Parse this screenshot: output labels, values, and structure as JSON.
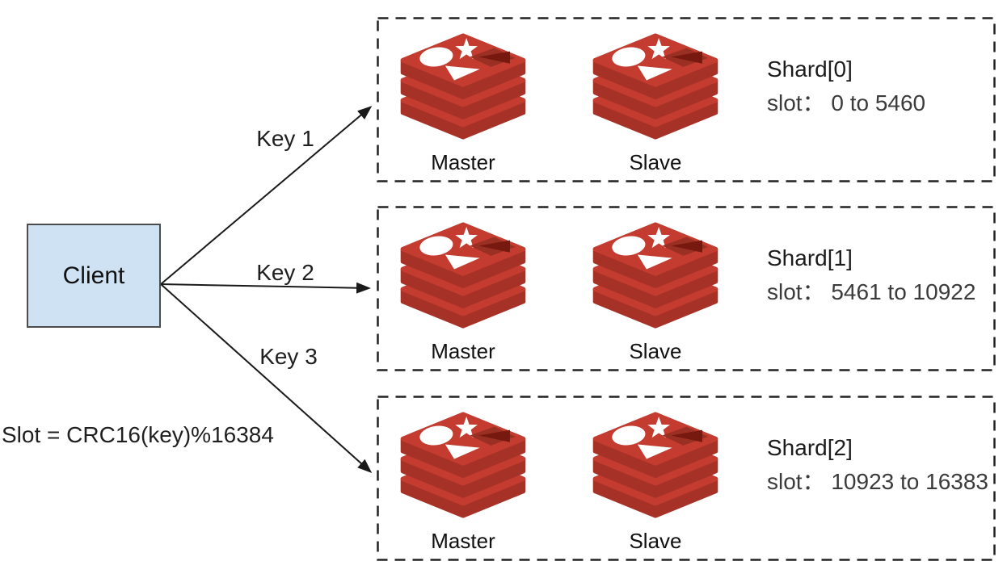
{
  "client": {
    "label": "Client"
  },
  "formula": {
    "text": "Slot = CRC16(key)%16384"
  },
  "keys": [
    {
      "label": "Key 1"
    },
    {
      "label": "Key 2"
    },
    {
      "label": "Key 3"
    }
  ],
  "shards": [
    {
      "title": "Shard[0]",
      "slot": "slot： 0 to 5460",
      "master_label": "Master",
      "slave_label": "Slave"
    },
    {
      "title": "Shard[1]",
      "slot": "slot： 5461 to 10922",
      "master_label": "Master",
      "slave_label": "Slave"
    },
    {
      "title": "Shard[2]",
      "slot": "slot： 10923 to 16383",
      "master_label": "Master",
      "slave_label": "Slave"
    }
  ],
  "icons": {
    "redis": "redis-database-stack-icon"
  },
  "colors": {
    "redis_red": "#C43B30",
    "redis_dark_red": "#A63127",
    "redis_hole": "#9A2F23",
    "redis_hole_dark": "#77190F",
    "logo_shape_white": "#FFFFFF",
    "client_fill": "#CFE2F3",
    "node_border": "#4C4C4C",
    "dash_border": "#222222",
    "arrow": "#1A1A1A"
  }
}
